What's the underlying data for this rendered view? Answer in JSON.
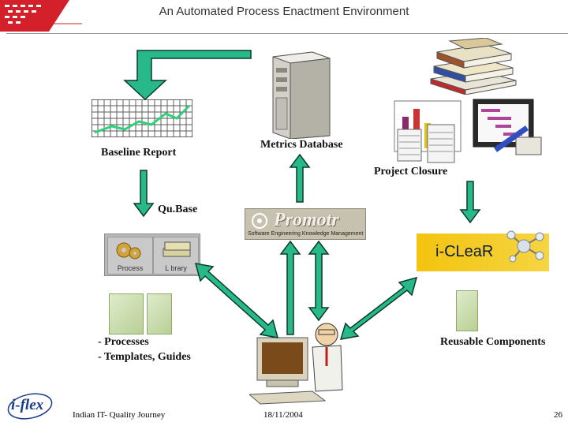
{
  "title": "An Automated Process Enactment Environment",
  "labels": {
    "baseline_report": "Baseline Report",
    "metrics_database": "Metrics Database",
    "project_closure": "Project Closure",
    "qubase": "Qu.Base",
    "processes_line1": "- Processes",
    "processes_line2": "- Templates, Guides",
    "reusable_components": "Reusable Components"
  },
  "logos": {
    "promotr_word": "Promotr",
    "promotr_sub": "Software Engineering Knowledge Management",
    "iclear_word": "i-CLeaR",
    "iflex": "i-flex"
  },
  "qubase_icons": {
    "process": "Process",
    "library": "L brary"
  },
  "footer": {
    "left": "Indian IT- Quality Journey",
    "date": "18/11/2004",
    "page": "26"
  },
  "colors": {
    "arrow_fill": "#27b98a",
    "arrow_stroke": "#0b3a2a",
    "chart_line": "#2fd07a",
    "grid": "#5c5c5c"
  }
}
